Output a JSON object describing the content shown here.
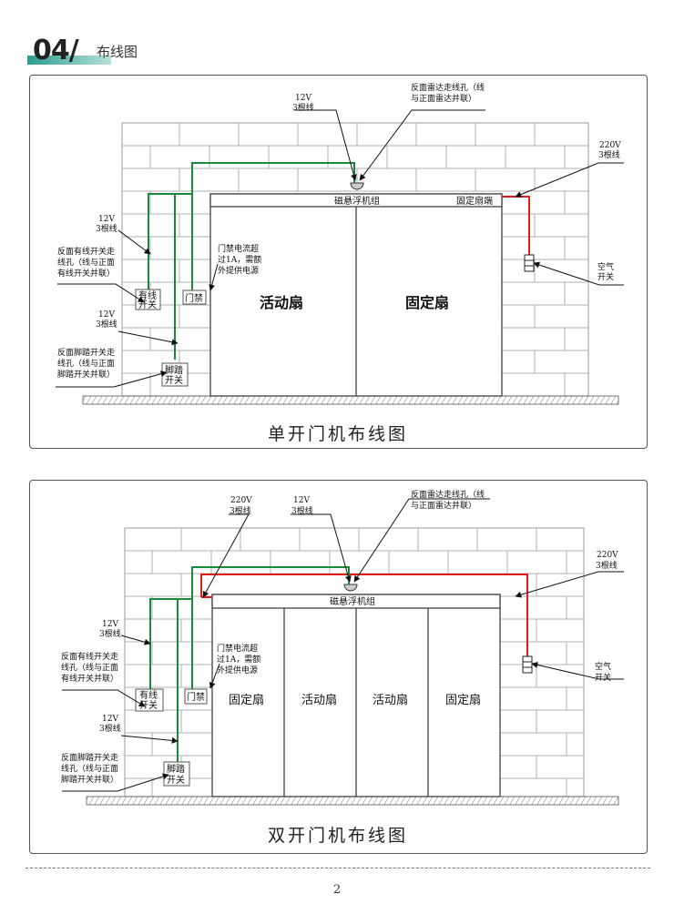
{
  "header": {
    "number": "04/",
    "label": "布线图"
  },
  "page_number": "2",
  "panel1": {
    "title": "单开门机布线图",
    "unit_label": "磁悬浮机组",
    "fixed_end": "固定扇端",
    "leaf_left": "活动扇",
    "leaf_right": "固定扇",
    "v12_top": "12V",
    "lines3_top": "3根线",
    "radar_a": "反面雷达走线孔（线",
    "radar_b": "与正面雷达并联）",
    "v220": "220V",
    "lines3_220": "3根线",
    "breaker_a": "空气",
    "breaker_b": "开关",
    "v12_wired": "12V",
    "lines3_wired": "3根线",
    "wired_note_a": "反面有线开关走",
    "wired_note_b": "线孔（线与正面",
    "wired_note_c": "有线开关并联）",
    "access_note_a": "门禁电流超",
    "access_note_b": "过1A，需额",
    "access_note_c": "外提供电源",
    "v12_foot": "12V",
    "lines3_foot": "3根线",
    "foot_note_a": "反面脚踏开关走",
    "foot_note_b": "线孔（线与正面",
    "foot_note_c": "脚踏开关并联）",
    "wired_box_a": "有线",
    "wired_box_b": "开关",
    "access_box": "门禁",
    "foot_box_a": "脚踏",
    "foot_box_b": "开关"
  },
  "panel2": {
    "title": "双开门机布线图",
    "unit_label": "磁悬浮机组",
    "leaf1": "固定扇",
    "leaf2": "活动扇",
    "leaf3": "活动扇",
    "leaf4": "固定扇",
    "v220_left": "220V",
    "lines3_220_left": "3根线",
    "v12_top": "12V",
    "lines3_top": "3根线",
    "radar_a": "反面雷达走线孔（线",
    "radar_b": "与正面雷达并联）",
    "v220_right": "220V",
    "lines3_220_right": "3根线",
    "breaker_a": "空气",
    "breaker_b": "开关",
    "v12_wired": "12V",
    "lines3_wired": "3根线",
    "wired_note_a": "反面有线开关走",
    "wired_note_b": "线孔（线与正面",
    "wired_note_c": "有线开关并联）",
    "access_note_a": "门禁电流超",
    "access_note_b": "过1A，需额",
    "access_note_c": "外提供电源",
    "v12_foot": "12V",
    "lines3_foot": "3根线",
    "foot_note_a": "反面脚踏开关走",
    "foot_note_b": "线孔（线与正面",
    "foot_note_c": "脚踏开关并联）",
    "wired_box_a": "有线",
    "wired_box_b": "开关",
    "access_box": "门禁",
    "foot_box_a": "脚踏",
    "foot_box_b": "开关"
  },
  "colors": {
    "signal_wire": "#1a8a3a",
    "power_wire": "#e01b1b",
    "brick_line": "#b0b0b0",
    "outline": "#333333"
  }
}
